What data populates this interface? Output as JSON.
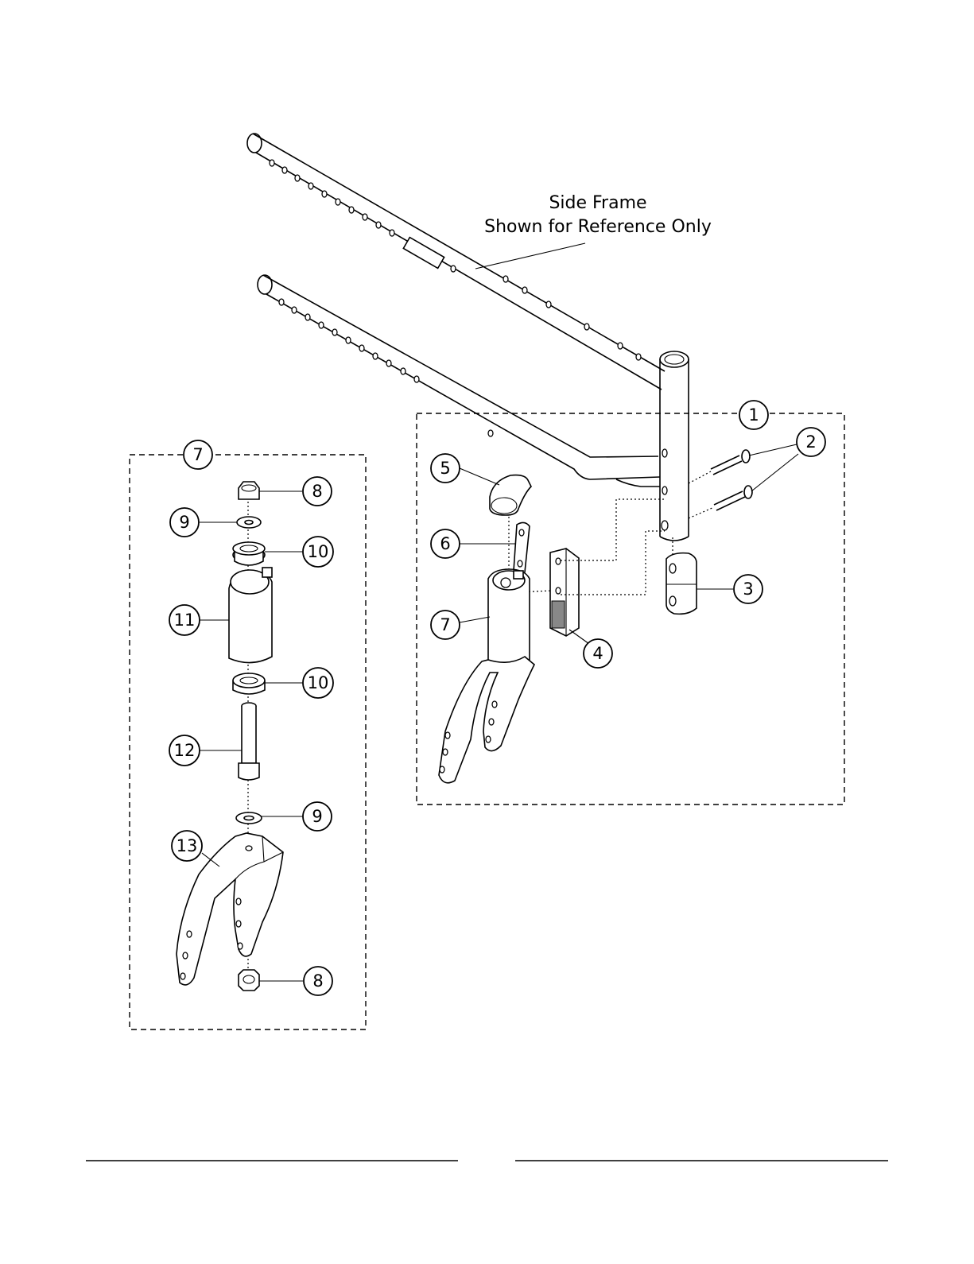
{
  "note": {
    "line1": "Side Frame",
    "line2": "Shown for Reference Only"
  },
  "callouts": {
    "c1": "1",
    "c2": "2",
    "c3": "3",
    "c4": "4",
    "c5": "5",
    "c6": "6",
    "c7_main": "7",
    "c7_detail": "7",
    "c8_top": "8",
    "c8_bottom": "8",
    "c9_top": "9",
    "c9_bottom": "9",
    "c10_top": "10",
    "c10_bottom": "10",
    "c11": "11",
    "c12": "12",
    "c13": "13"
  }
}
